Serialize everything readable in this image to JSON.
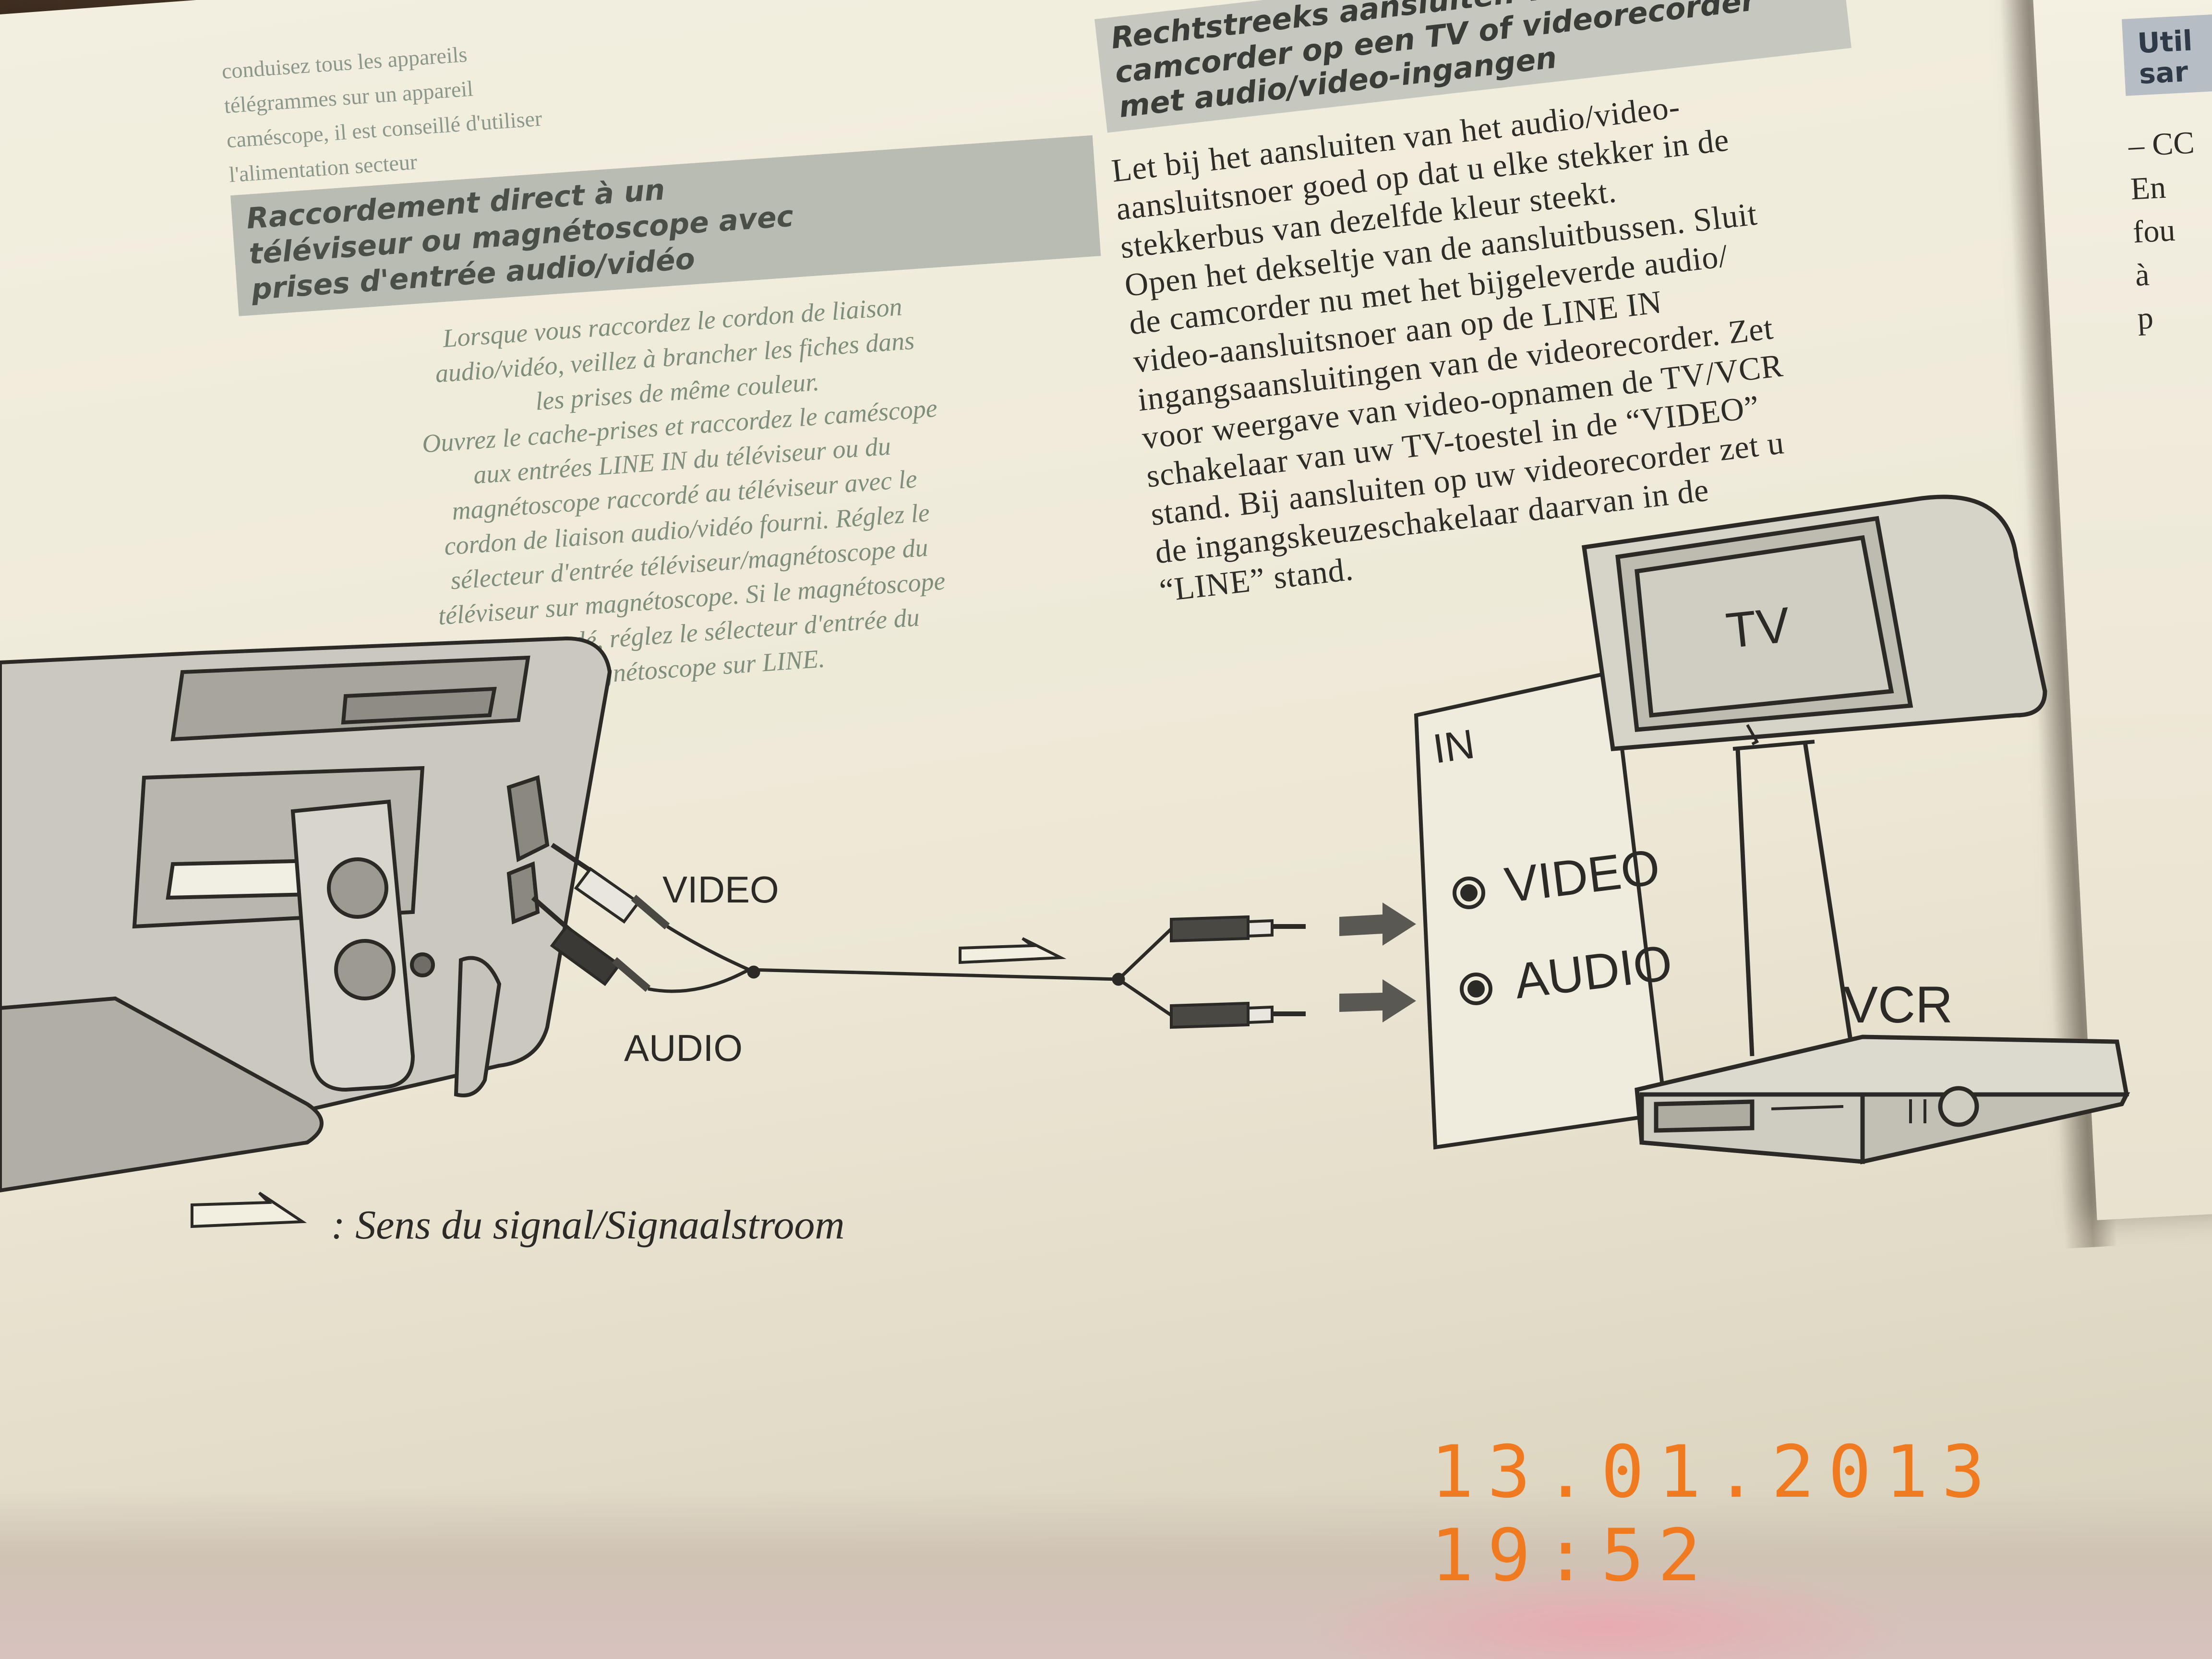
{
  "french": {
    "top_fragment": [
      "conduisez tous les appareils",
      "télégrammes sur un appareil",
      "caméscope, il est conseillé d'utiliser",
      "l'alimentation secteur"
    ],
    "heading": [
      "Raccordement direct à un",
      "téléviseur ou magnétoscope avec",
      "prises d'entrée audio/vidéo"
    ],
    "body": [
      "Lorsque vous raccordez le cordon de liaison",
      "audio/vidéo, veillez à brancher les fiches dans",
      "les prises de même couleur.",
      "Ouvrez le cache-prises et raccordez le caméscope",
      "aux entrées LINE IN du téléviseur ou du",
      "magnétoscope raccordé au téléviseur avec le",
      "cordon de liaison audio/vidéo fourni. Réglez le",
      "sélecteur d'entrée téléviseur/magnétoscope du",
      "téléviseur sur magnétoscope. Si le magnétoscope",
      "est raccordé, réglez le sélecteur d'entrée du",
      "magnétoscope sur LINE."
    ]
  },
  "dutch": {
    "heading": [
      "Rechtstreeks aansluiten van de",
      "camcorder op een TV of videorecorder",
      "met audio/video-ingangen"
    ],
    "body": [
      "Let bij het aansluiten van het audio/video-",
      "aansluitsnoer goed op dat u elke stekker in de",
      "stekkerbus van dezelfde kleur steekt.",
      "Open het dekseltje van de aansluitbussen. Sluit",
      "de camcorder nu met het bijgeleverde audio/",
      "video-aansluitsnoer aan op de LINE IN",
      "ingangsaansluitingen van de videorecorder. Zet",
      "voor weergave van video-opnamen de TV/VCR",
      "schakelaar van uw TV-toestel in de “VIDEO”",
      "stand. Bij aansluiten op uw videorecorder zet u",
      "de ingangskeuzeschakelaar daarvan in de",
      "“LINE” stand."
    ]
  },
  "right_page": {
    "heading": [
      "Util",
      "sar"
    ],
    "body": [
      "– CC",
      "En",
      "fou",
      "à",
      "p"
    ]
  },
  "diagram": {
    "tv_label": "TV",
    "vcr_label": "VCR",
    "in_label": "IN",
    "video_port_label": "VIDEO",
    "audio_port_label": "AUDIO",
    "camera_video_label": "VIDEO",
    "camera_audio_label": "AUDIO",
    "legend_text": ": Sens du signal/Signaalstroom"
  },
  "timestamp": {
    "date": "13.01.2013",
    "time": "19:52",
    "color": "#f07a20"
  }
}
